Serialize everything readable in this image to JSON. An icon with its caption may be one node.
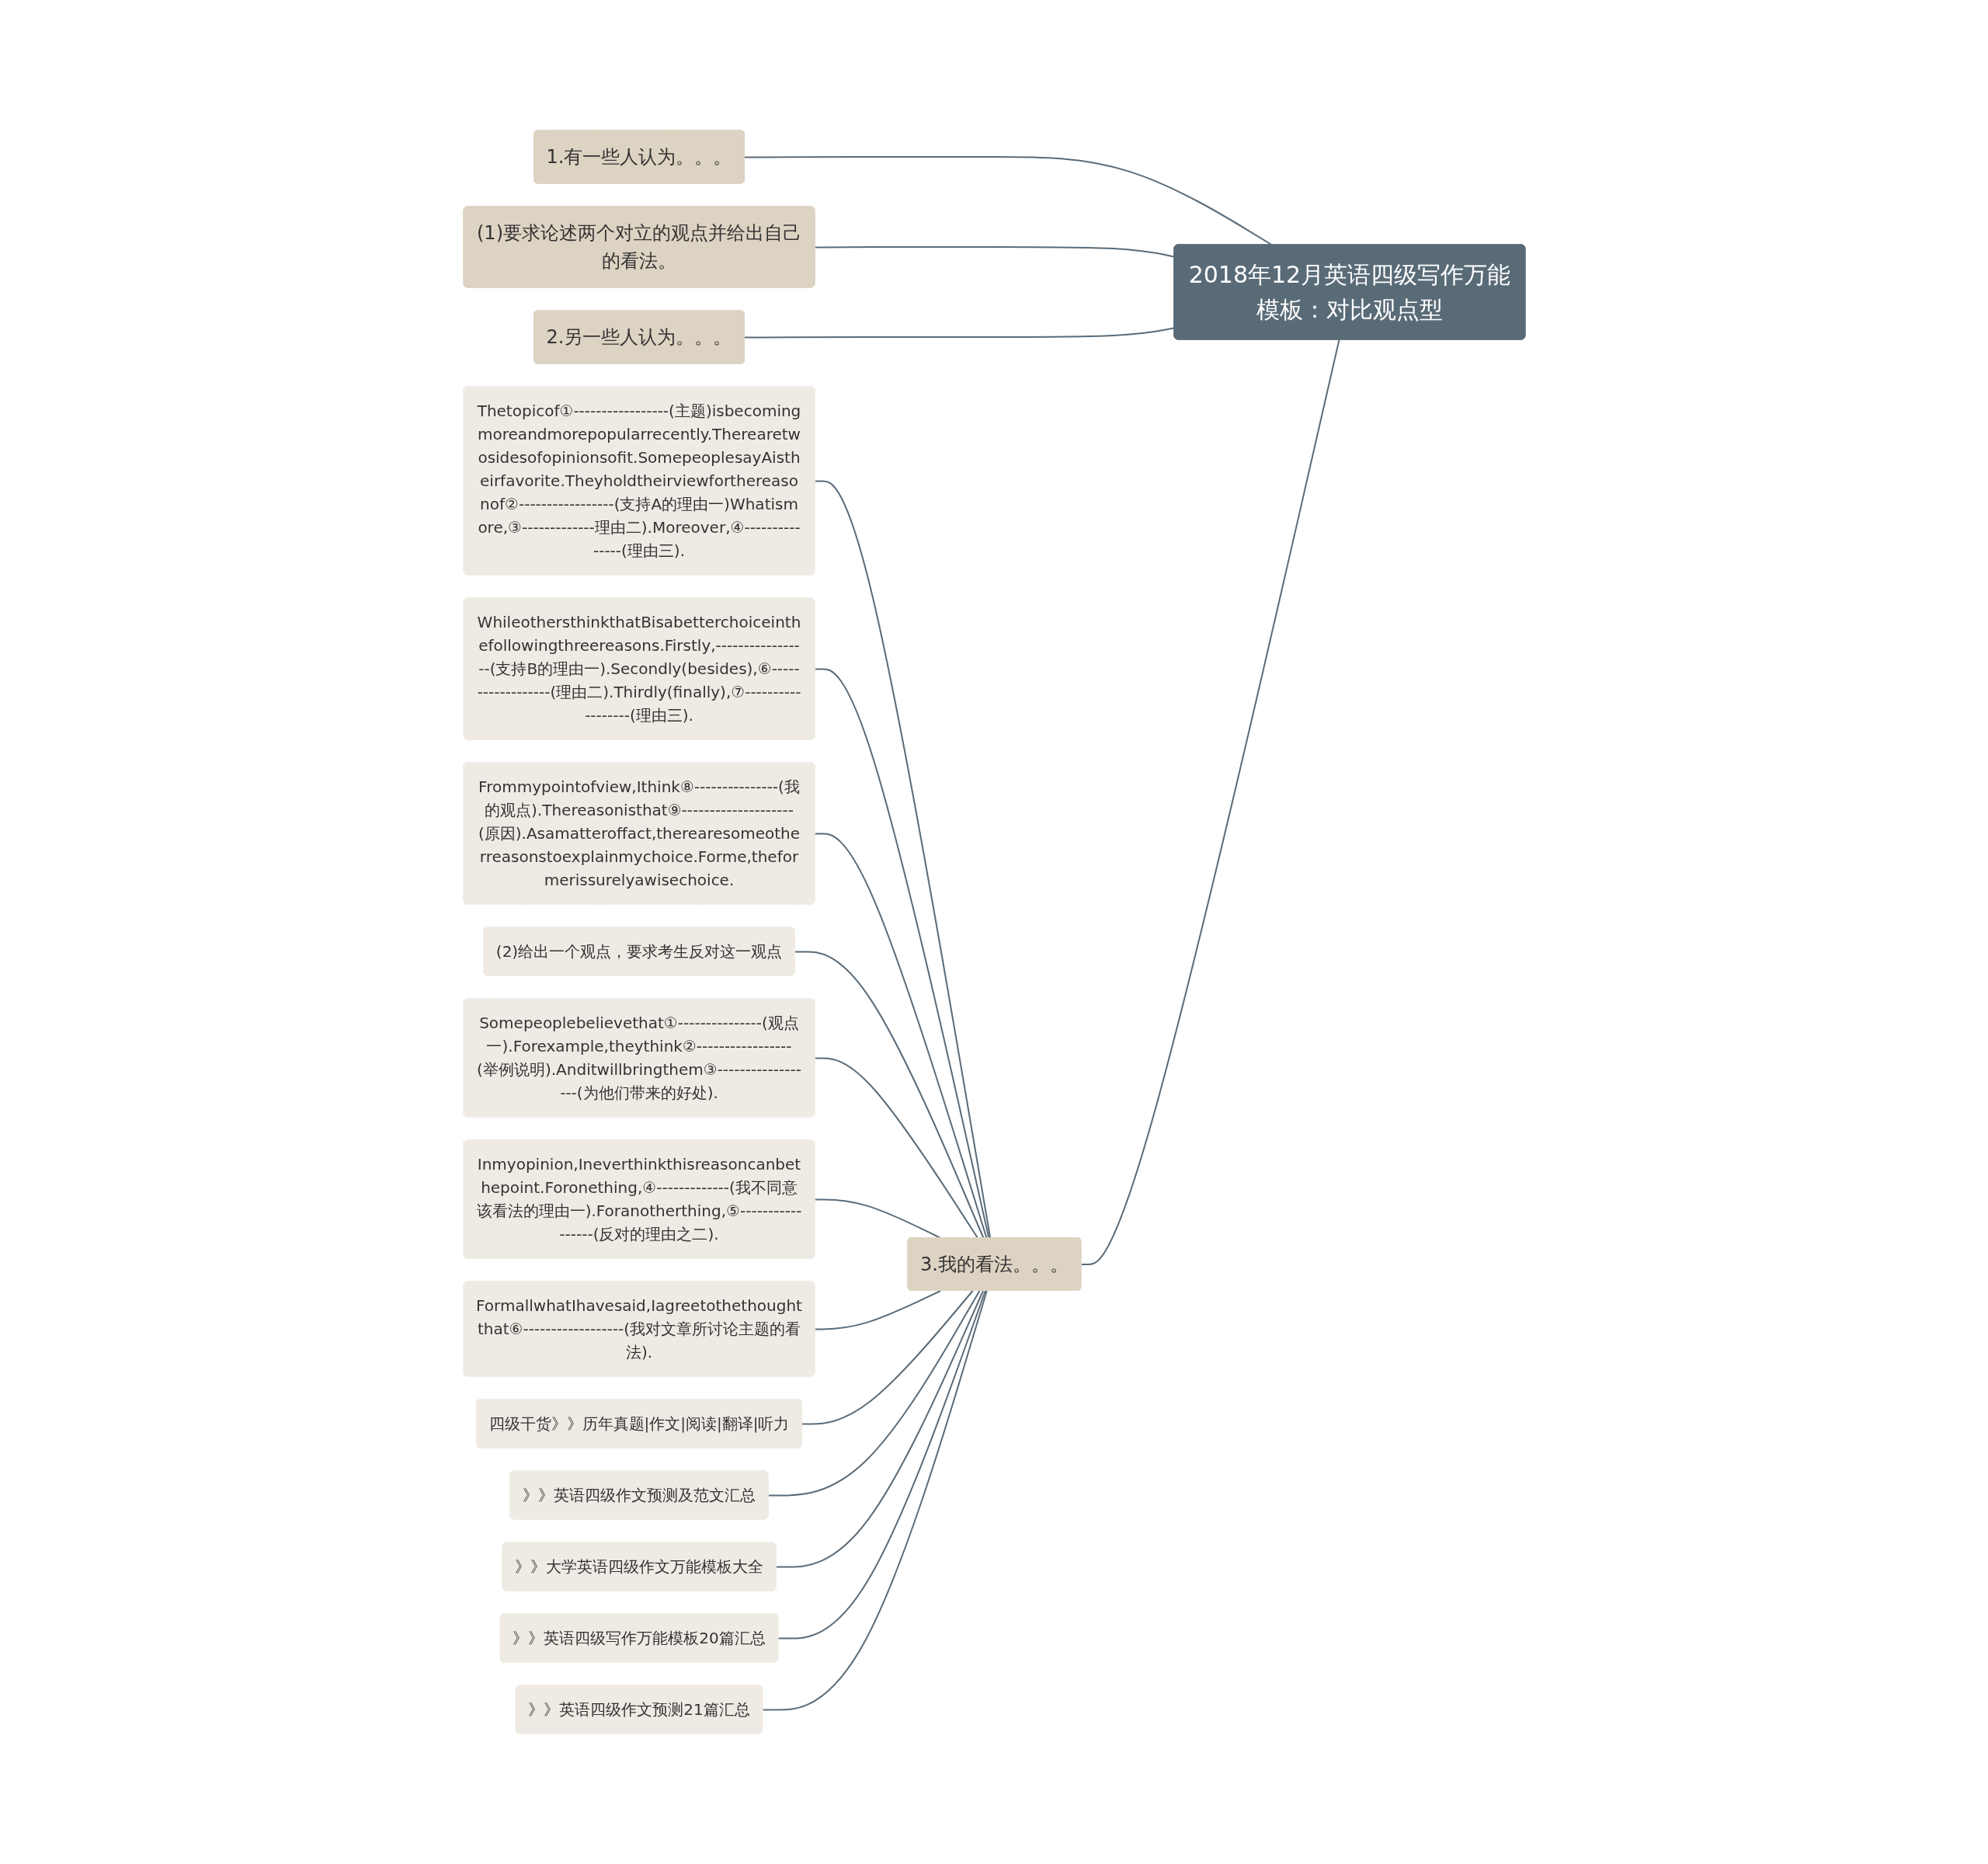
{
  "diagram": {
    "nodes": [
      {
        "text": [
          "2018年12月英语四级写作万能模板：对比观点型"
        ]
      },
      {
        "text": [
          "1.有一些人认为。。。"
        ]
      },
      {
        "text": [
          "(1)要求论述两个对立的观点并给出自己的看法。"
        ]
      },
      {
        "text": [
          "2.另一些人认为。。。"
        ]
      },
      {
        "text": [
          "3.我的看法。。。"
        ]
      },
      {
        "text": [
          "Thetopicof①-----------------(主题)isbecomingmoreandmorepopularrecently.Therearetwosidesofopinionsofit.SomepeoplesayAistheirfavorite.Theyholdtheirviewforthereasonof②-----------------(支持A的理由一)Whatismore,③-------------理由二).Moreover,④---------------(理由三)."
        ]
      },
      {
        "text": [
          "WhileothersthinkthatBisabetterchoiceinthefollowingthreereasons.Firstly,-----------------(支持B的理由一).Secondly(besides),⑥------------------(理由二).Thirdly(finally),⑦------------------(理由三)."
        ]
      },
      {
        "text": [
          "Frommypointofview,Ithink⑧---------------(我的观点).Thereasonisthat⑨--------------------(原因).Asamatteroffact,therearesomeotherreasonstoexplainmychoice.Forme,theformerissurelyawisechoice."
        ]
      },
      {
        "text": [
          "(2)给出一个观点，要求考生反对这一观点"
        ]
      },
      {
        "text": [
          "Somepeoplebelievethat①---------------(观点一).Forexample,theythink②-----------------(举例说明).Anditwillbringthem③------------------(为他们带来的好处)."
        ]
      },
      {
        "text": [
          "Inmyopinion,Ineverthinkthisreasoncanbethepoint.Foronething,④-------------(我不同意该看法的理由一).Foranotherthing,⑤-----------------(反对的理由之二)."
        ]
      },
      {
        "text": [
          "FormallwhatIhavesaid,Iagreetothethoughtthat⑥------------------(我对文章所讨论主题的看法)."
        ]
      },
      {
        "text": [
          "四级干货》》历年真题|作文|阅读|翻译|听力"
        ]
      },
      {
        "text": [
          "》》英语四级作文预测及范文汇总"
        ]
      },
      {
        "text": [
          "》》大学英语四级作文万能模板大全"
        ]
      },
      {
        "text": [
          "》》英语四级写作万能模板20篇汇总"
        ]
      },
      {
        "text": [
          "》》英语四级作文预测21篇汇总"
        ]
      }
    ],
    "edges": [
      {
        "from": 0,
        "to": 1,
        "arrow": "none"
      },
      {
        "from": 0,
        "to": 2,
        "arrow": "none"
      },
      {
        "from": 0,
        "to": 3,
        "arrow": "none"
      },
      {
        "from": 0,
        "to": 4,
        "arrow": "none"
      },
      {
        "from": 4,
        "to": 5,
        "arrow": "none"
      },
      {
        "from": 4,
        "to": 6,
        "arrow": "none"
      },
      {
        "from": 4,
        "to": 7,
        "arrow": "none"
      },
      {
        "from": 4,
        "to": 8,
        "arrow": "none"
      },
      {
        "from": 4,
        "to": 9,
        "arrow": "none"
      },
      {
        "from": 4,
        "to": 10,
        "arrow": "none"
      },
      {
        "from": 4,
        "to": 11,
        "arrow": "none"
      },
      {
        "from": 4,
        "to": 12,
        "arrow": "none"
      },
      {
        "from": 4,
        "to": 13,
        "arrow": "none"
      },
      {
        "from": 4,
        "to": 14,
        "arrow": "none"
      },
      {
        "from": 4,
        "to": 15,
        "arrow": "none"
      },
      {
        "from": 4,
        "to": 16,
        "arrow": "none"
      }
    ]
  }
}
